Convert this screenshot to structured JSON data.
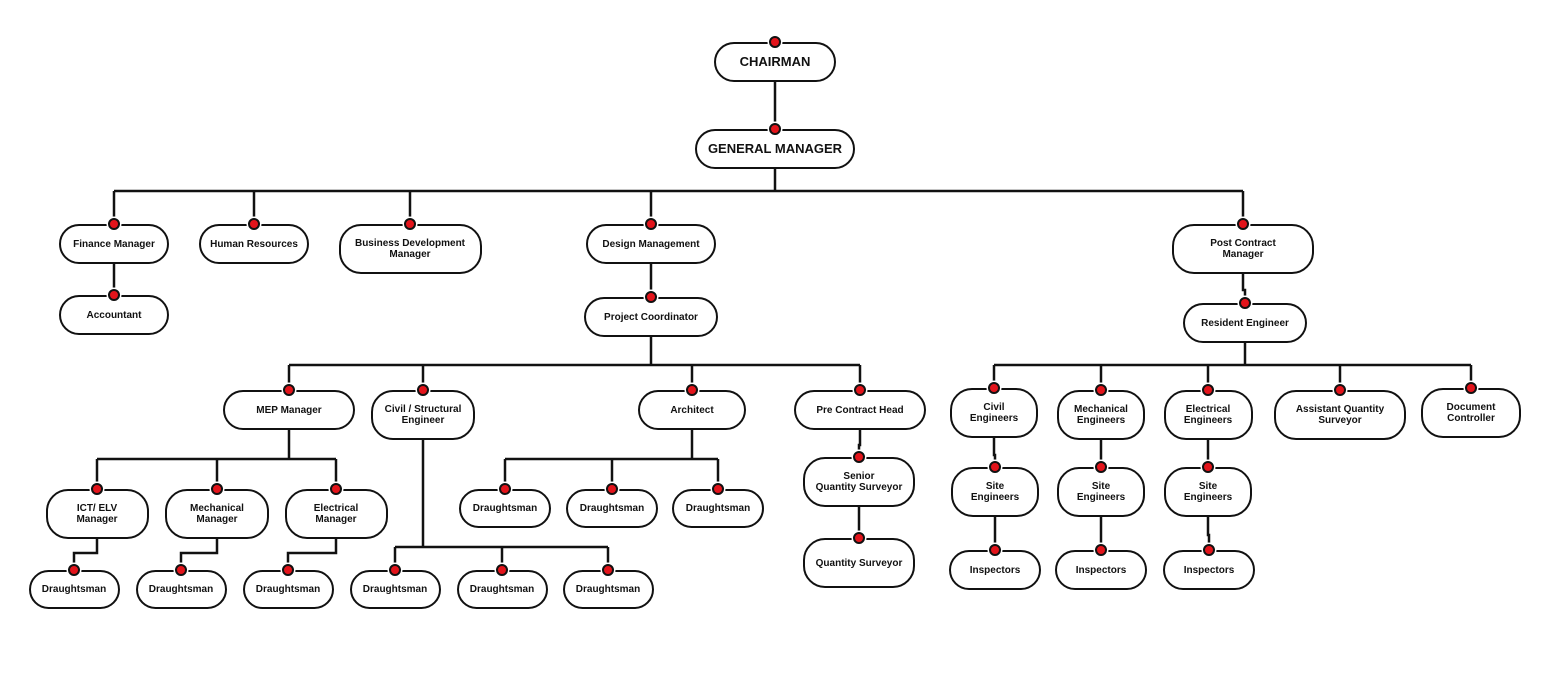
{
  "colors": {
    "line": "#111111",
    "dot": "#e3141b",
    "background": "#ffffff"
  },
  "nodes": [
    {
      "id": "chairman",
      "label": "CHAIRMAN"
    },
    {
      "id": "gm",
      "label": "GENERAL MANAGER"
    },
    {
      "id": "finance",
      "label": "Finance Manager"
    },
    {
      "id": "hr",
      "label": "Human Resources"
    },
    {
      "id": "bdm",
      "label": "Business Development\nManager"
    },
    {
      "id": "design",
      "label": "Design Management"
    },
    {
      "id": "postcontract",
      "label": "Post Contract\nManager"
    },
    {
      "id": "accountant",
      "label": "Accountant"
    },
    {
      "id": "projcoord",
      "label": "Project Coordinator"
    },
    {
      "id": "resident",
      "label": "Resident Engineer"
    },
    {
      "id": "mep",
      "label": "MEP Manager"
    },
    {
      "id": "civilstruct",
      "label": "Civil / Structural\nEngineer"
    },
    {
      "id": "architect",
      "label": "Architect"
    },
    {
      "id": "precontract",
      "label": "Pre Contract Head"
    },
    {
      "id": "civileng",
      "label": "Civil\nEngineers"
    },
    {
      "id": "mecheng",
      "label": "Mechanical\nEngineers"
    },
    {
      "id": "eleceng",
      "label": "Electrical\nEngineers"
    },
    {
      "id": "aqs",
      "label": "Assistant Quantity\nSurveyor"
    },
    {
      "id": "doccontrol",
      "label": "Document\nController"
    },
    {
      "id": "ict",
      "label": "ICT/ ELV\nManager"
    },
    {
      "id": "mechmgr",
      "label": "Mechanical\nManager"
    },
    {
      "id": "elecmgr",
      "label": "Electrical\nManager"
    },
    {
      "id": "d_ict",
      "label": "Draughtsman"
    },
    {
      "id": "d_mech",
      "label": "Draughtsman"
    },
    {
      "id": "d_elec",
      "label": "Draughtsman"
    },
    {
      "id": "d_cs1",
      "label": "Draughtsman"
    },
    {
      "id": "d_cs2",
      "label": "Draughtsman"
    },
    {
      "id": "d_cs3",
      "label": "Draughtsman"
    },
    {
      "id": "d_ar1",
      "label": "Draughtsman"
    },
    {
      "id": "d_ar2",
      "label": "Draughtsman"
    },
    {
      "id": "d_ar3",
      "label": "Draughtsman"
    },
    {
      "id": "seniorqs",
      "label": "Senior\nQuantity Surveyor"
    },
    {
      "id": "qs",
      "label": "Quantity Surveyor"
    },
    {
      "id": "site1",
      "label": "Site\nEngineers"
    },
    {
      "id": "site2",
      "label": "Site\nEngineers"
    },
    {
      "id": "site3",
      "label": "Site\nEngineers"
    },
    {
      "id": "insp1",
      "label": "Inspectors"
    },
    {
      "id": "insp2",
      "label": "Inspectors"
    },
    {
      "id": "insp3",
      "label": "Inspectors"
    }
  ]
}
